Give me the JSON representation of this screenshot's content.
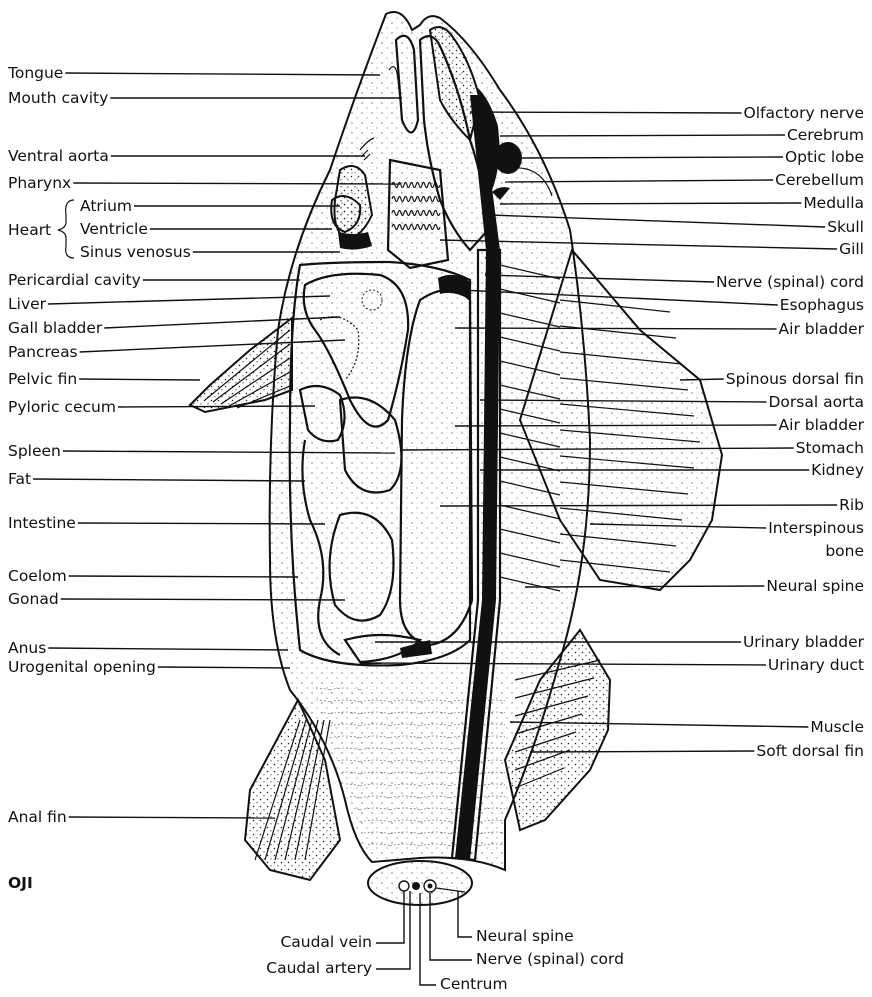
{
  "figure": {
    "artist_mark": "OJI",
    "left_labels": [
      {
        "id": "tongue",
        "text": "Tongue"
      },
      {
        "id": "mouth-cavity",
        "text": "Mouth cavity"
      },
      {
        "id": "ventral-aorta",
        "text": "Ventral aorta"
      },
      {
        "id": "pharynx",
        "text": "Pharynx"
      },
      {
        "id": "heart",
        "text": "Heart"
      },
      {
        "id": "atrium",
        "text": "Atrium"
      },
      {
        "id": "ventricle",
        "text": "Ventricle"
      },
      {
        "id": "sinus-venosus",
        "text": "Sinus venosus"
      },
      {
        "id": "pericardial-cavity",
        "text": "Pericardial cavity"
      },
      {
        "id": "liver",
        "text": "Liver"
      },
      {
        "id": "gall-bladder",
        "text": "Gall bladder"
      },
      {
        "id": "pancreas",
        "text": "Pancreas"
      },
      {
        "id": "pelvic-fin",
        "text": "Pelvic fin"
      },
      {
        "id": "pyloric-cecum",
        "text": "Pyloric cecum"
      },
      {
        "id": "spleen",
        "text": "Spleen"
      },
      {
        "id": "fat",
        "text": "Fat"
      },
      {
        "id": "intestine",
        "text": "Intestine"
      },
      {
        "id": "coelom",
        "text": "Coelom"
      },
      {
        "id": "gonad",
        "text": "Gonad"
      },
      {
        "id": "anus",
        "text": "Anus"
      },
      {
        "id": "urogenital-opening",
        "text": "Urogenital opening"
      },
      {
        "id": "anal-fin",
        "text": "Anal fin"
      }
    ],
    "right_labels": [
      {
        "id": "olfactory-nerve",
        "text": "Olfactory nerve"
      },
      {
        "id": "cerebrum",
        "text": "Cerebrum"
      },
      {
        "id": "optic-lobe",
        "text": "Optic lobe"
      },
      {
        "id": "cerebellum",
        "text": "Cerebellum"
      },
      {
        "id": "medulla",
        "text": "Medulla"
      },
      {
        "id": "skull",
        "text": "Skull"
      },
      {
        "id": "gill",
        "text": "Gill"
      },
      {
        "id": "nerve-spinal-cord",
        "text": "Nerve (spinal) cord"
      },
      {
        "id": "esophagus",
        "text": "Esophagus"
      },
      {
        "id": "air-bladder-1",
        "text": "Air bladder"
      },
      {
        "id": "spinous-dorsal-fin",
        "text": "Spinous dorsal fin"
      },
      {
        "id": "dorsal-aorta",
        "text": "Dorsal aorta"
      },
      {
        "id": "air-bladder-2",
        "text": "Air bladder"
      },
      {
        "id": "stomach",
        "text": "Stomach"
      },
      {
        "id": "kidney",
        "text": "Kidney"
      },
      {
        "id": "rib",
        "text": "Rib"
      },
      {
        "id": "interspinous-bone-1",
        "text": "Interspinous"
      },
      {
        "id": "interspinous-bone-2",
        "text": "bone"
      },
      {
        "id": "neural-spine",
        "text": "Neural spine"
      },
      {
        "id": "urinary-bladder",
        "text": "Urinary bladder"
      },
      {
        "id": "urinary-duct",
        "text": "Urinary duct"
      },
      {
        "id": "muscle",
        "text": "Muscle"
      },
      {
        "id": "soft-dorsal-fin",
        "text": "Soft dorsal fin"
      }
    ],
    "bottom_labels": [
      {
        "id": "caudal-vein",
        "text": "Caudal vein"
      },
      {
        "id": "caudal-artery",
        "text": "Caudal artery"
      },
      {
        "id": "neural-spine-tail",
        "text": "Neural spine"
      },
      {
        "id": "nerve-spinal-cord-tail",
        "text": "Nerve (spinal) cord"
      },
      {
        "id": "centrum",
        "text": "Centrum"
      }
    ]
  }
}
